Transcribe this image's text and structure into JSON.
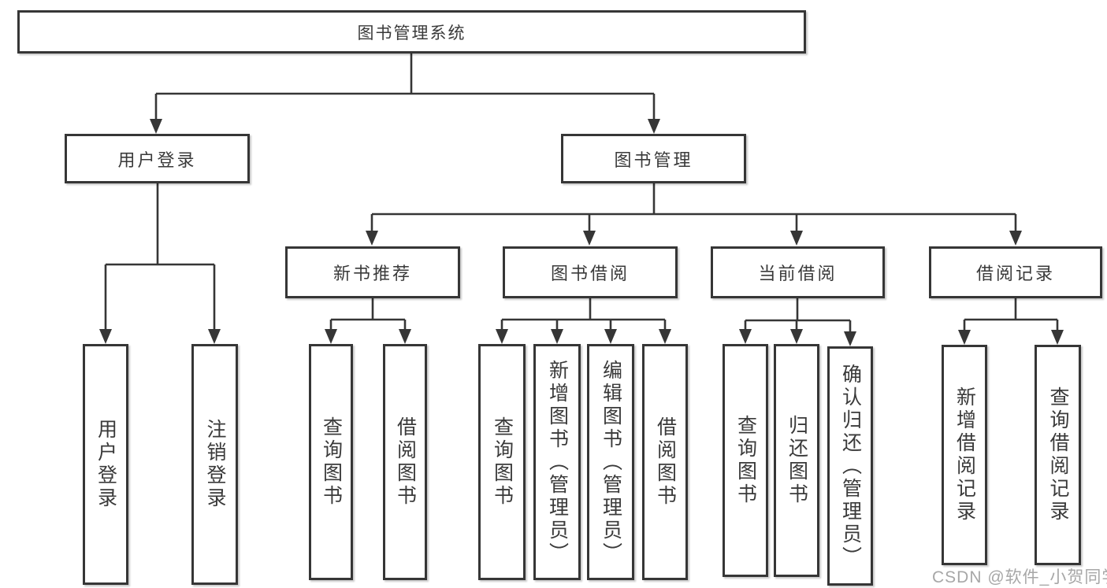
{
  "diagram_title": "图书管理系统",
  "nodes": {
    "root": "图书管理系统",
    "level1": {
      "user_login": "用户登录",
      "book_management": "图书管理"
    },
    "level2": {
      "new_book_recommend": "新书推荐",
      "book_borrow": "图书借阅",
      "current_borrow": "当前借阅",
      "borrow_records": "借阅记录"
    },
    "leaves": {
      "login": [
        "用户登录",
        "注销登录"
      ],
      "new_book": [
        "查询图书",
        "借阅图书"
      ],
      "borrow": [
        "查询图书",
        "新增图书（管理员）",
        "编辑图书（管理员）",
        "借阅图书"
      ],
      "current": [
        "查询图书",
        "归还图书",
        "确认归还（管理员）"
      ],
      "records": [
        "新增借阅记录",
        "查询借阅记录"
      ]
    }
  },
  "watermark": "CSDN @软件_小贺同学",
  "colors": {
    "line": "#363636",
    "border": "#363636",
    "text": "#3a3a3a",
    "watermark": "#a2a2a2",
    "background": "#ffffff"
  }
}
